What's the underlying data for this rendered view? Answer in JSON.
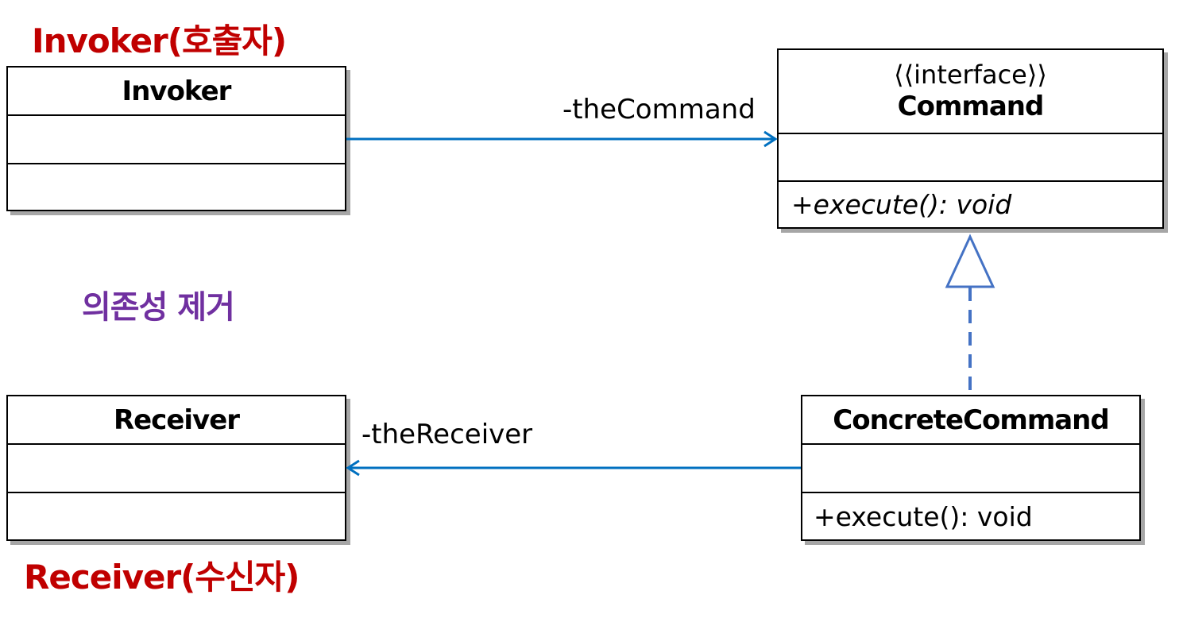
{
  "captions": {
    "invoker": "Invoker(호출자)",
    "receiver": "Receiver(수신자)",
    "center": "의존성 제거"
  },
  "classes": {
    "invoker": {
      "name": "Invoker",
      "operation": ""
    },
    "command": {
      "stereotype": "⟨⟨interface⟩⟩",
      "name": "Command",
      "operation": "+execute(): void"
    },
    "receiver": {
      "name": "Receiver",
      "operation": ""
    },
    "concrete_command": {
      "name": "ConcreteCommand",
      "operation": "+execute(): void"
    }
  },
  "relations": {
    "invoker_to_command": "-theCommand",
    "concrete_to_receiver": "-theReceiver"
  },
  "colors": {
    "caption_red": "#c00000",
    "caption_purple": "#7030a0",
    "association": "#0070c0",
    "realization": "#4472c4"
  }
}
